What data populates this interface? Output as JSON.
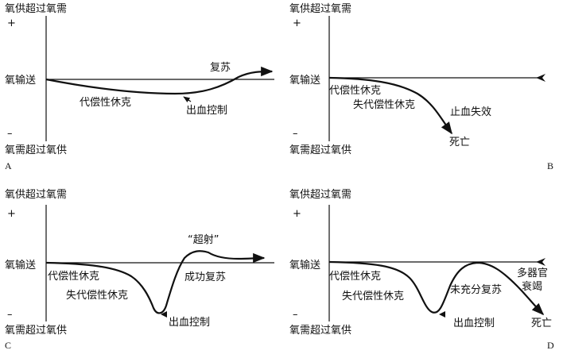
{
  "panels": [
    {
      "letter": "A",
      "top_label": "氧供超过氧需",
      "plus": "+",
      "baseline_label": "氧输送",
      "minus": "–",
      "bottom_label": "氧需超过氧供",
      "annotations": [
        "代偿性休克",
        "出血控制",
        "复苏"
      ]
    },
    {
      "letter": "B",
      "top_label": "氧供超过氧需",
      "plus": "+",
      "baseline_label": "氧输送",
      "minus": "–",
      "bottom_label": "氧需超过氧供",
      "annotations": [
        "代偿性休克",
        "失代偿性休克",
        "止血失效",
        "死亡"
      ]
    },
    {
      "letter": "C",
      "top_label": "氧供超过氧需",
      "plus": "+",
      "baseline_label": "氧输送",
      "minus": "–",
      "bottom_label": "氧需超过氧供",
      "annotations": [
        "“超射”",
        "代偿性休克",
        "成功复苏",
        "失代偿性休克",
        "出血控制"
      ]
    },
    {
      "letter": "D",
      "top_label": "氧供超过氧需",
      "plus": "+",
      "baseline_label": "氧输送",
      "minus": "–",
      "bottom_label": "氧需超过氧供",
      "annotations": [
        "代偿性休克",
        "多器官",
        "衰竭",
        "未充分复苏",
        "失代偿性休克",
        "出血控制",
        "死亡"
      ]
    }
  ]
}
